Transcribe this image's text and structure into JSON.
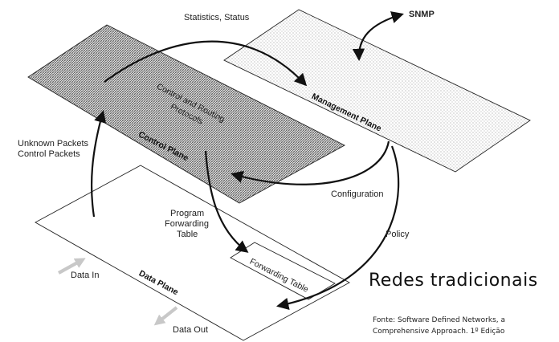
{
  "planes": {
    "control": {
      "title": "Control Plane",
      "content_line1": "Control and Routing",
      "content_line2": "Protocols"
    },
    "management": {
      "title": "Management Plane"
    },
    "data": {
      "title": "Data Plane"
    },
    "forwarding_table": {
      "label": "Forwarding Table"
    }
  },
  "labels": {
    "statistics_status": "Statistics, Status",
    "snmp": "SNMP",
    "unknown_packets": "Unknown Packets",
    "control_packets": "Control Packets",
    "configuration": "Configuration",
    "program_forwarding_line1": "Program",
    "program_forwarding_line2": "Forwarding",
    "program_forwarding_line3": "Table",
    "policy": "Policy",
    "data_in": "Data In",
    "data_out": "Data Out"
  },
  "heading": "Redes tradicionais",
  "source_line1": "Fonte: Software Defined Networks, a",
  "source_line2": "Comprehensive Approach. 1º Edição",
  "colors": {
    "stroke": "#222222",
    "hatch": "#555555",
    "grey_arrow": "#c8c8c8",
    "dots": "#777777"
  }
}
